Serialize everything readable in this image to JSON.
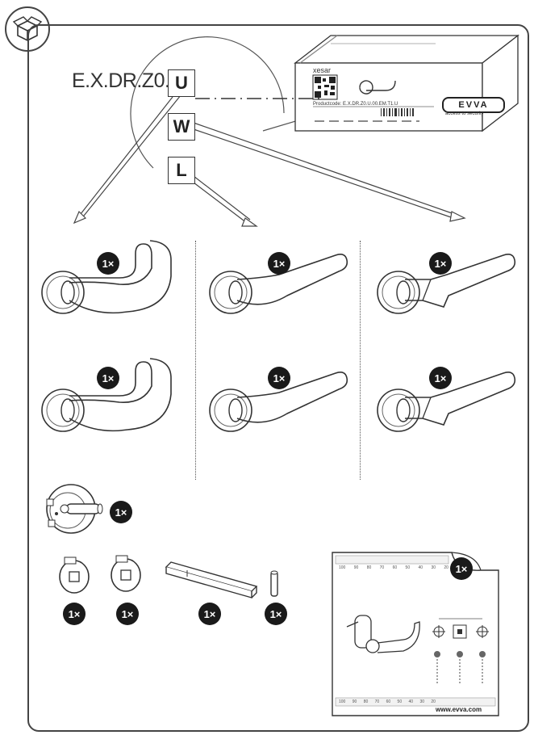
{
  "product_code": {
    "prefix": "E.X.DR.Z0.",
    "selected": "U",
    "suffix": "._ _ ._ _ ._ _ _ _"
  },
  "variants": [
    "U",
    "W",
    "L"
  ],
  "package": {
    "brand_text": "xesar",
    "product_code_label": "Productcode: E.X.DR.Z0.U.00.EM.T1.U",
    "logo": "EVVA",
    "tagline": "access to security"
  },
  "quantities": {
    "handle_u_1": "1×",
    "handle_w_1": "1×",
    "handle_l_1": "1×",
    "handle_u_2": "1×",
    "handle_w_2": "1×",
    "handle_l_2": "1×",
    "rosette": "1×",
    "adapter_1": "1×",
    "adapter_2": "1×",
    "spindle": "1×",
    "pin": "1×",
    "template": "1×"
  },
  "template": {
    "scale_top": [
      "100",
      "90",
      "80",
      "70",
      "60",
      "50",
      "40",
      "30",
      "20"
    ],
    "scale_bottom": [
      "100",
      "90",
      "80",
      "70",
      "60",
      "50",
      "40",
      "30",
      "20"
    ],
    "url": "www.evva.com"
  },
  "icons": [
    "box-icon",
    "handle-u-icon",
    "handle-w-icon",
    "handle-l-icon",
    "rosette-icon",
    "adapter-icon",
    "spindle-icon",
    "pin-icon",
    "drill-template-icon"
  ]
}
